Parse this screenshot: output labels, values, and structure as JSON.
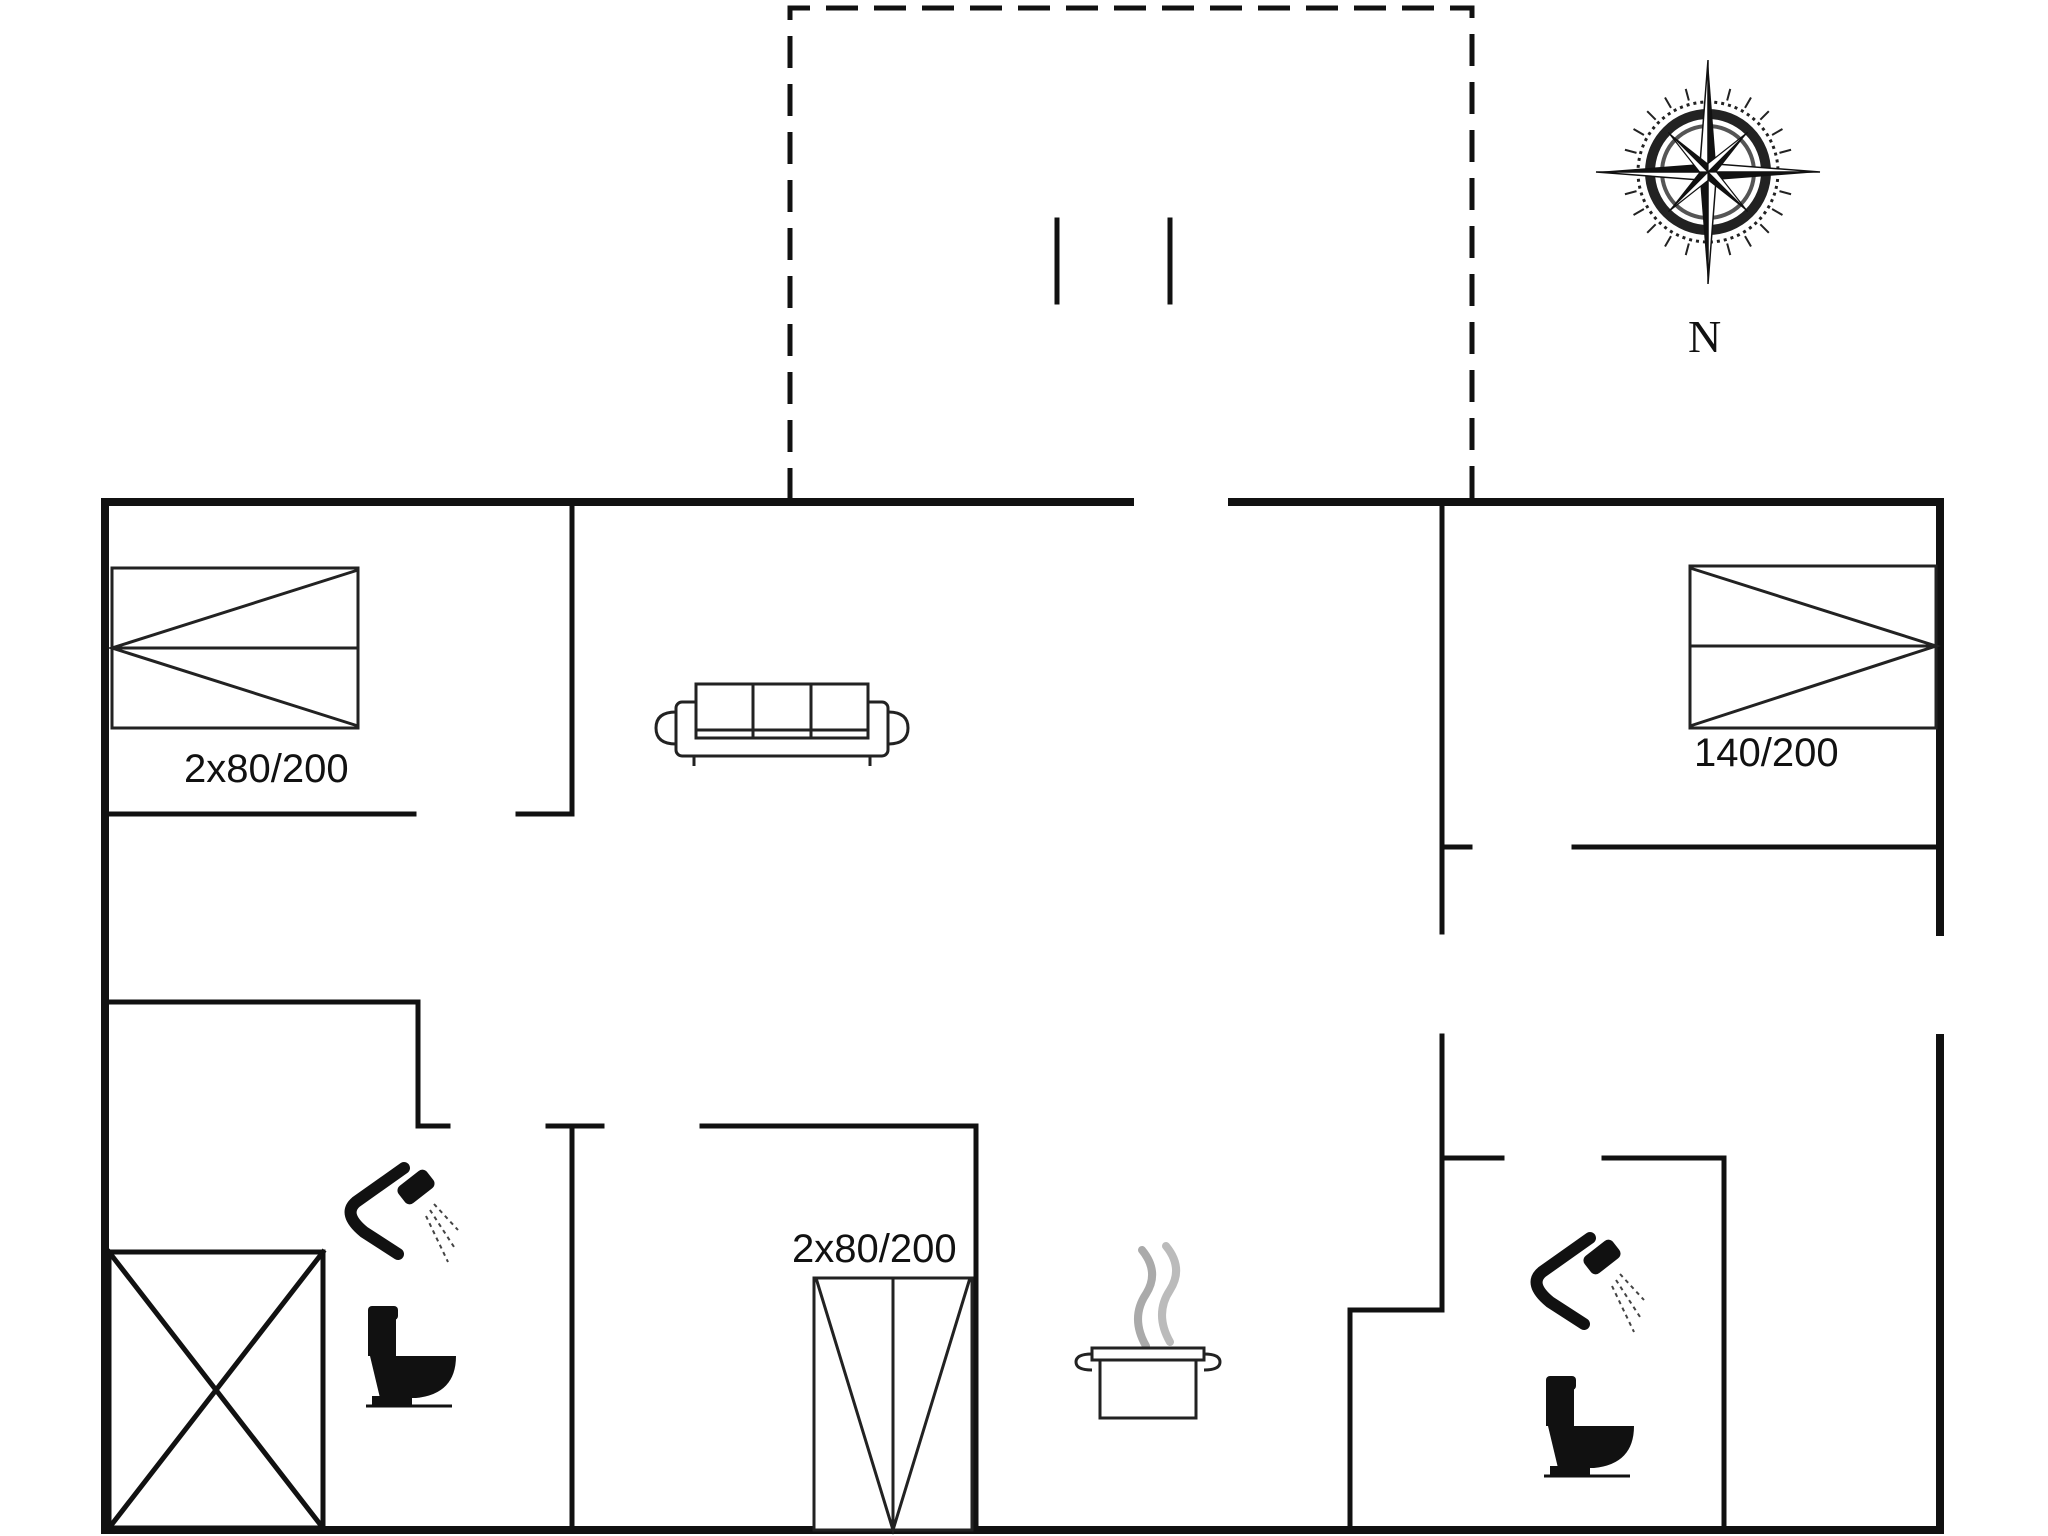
{
  "labels": {
    "bed_bedroom_left": "2x80/200",
    "bed_bedroom_right": "140/200",
    "bed_bedroom_bottom": "2x80/200"
  },
  "compass": {
    "north_label": "N"
  },
  "icons": [
    "compass-rose-icon",
    "sofa-icon",
    "bed-icon",
    "shower-icon",
    "toilet-icon",
    "cooking-pot-icon"
  ],
  "colors": {
    "wall": "#111111",
    "background": "#ffffff"
  }
}
